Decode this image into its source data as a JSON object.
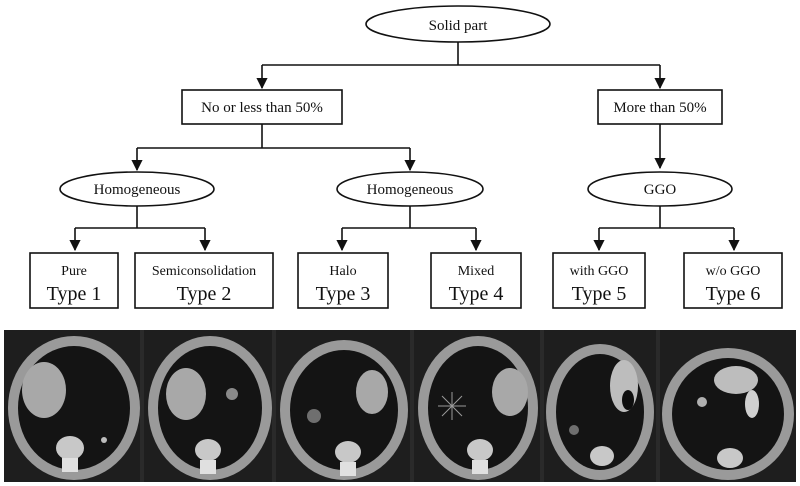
{
  "root": {
    "label": "Solid part"
  },
  "level1": [
    {
      "label": "No or  less than 50%"
    },
    {
      "label": "More than 50%"
    }
  ],
  "level2": [
    {
      "label": "Homogeneous"
    },
    {
      "label": "Homogeneous"
    },
    {
      "label": "GGO"
    }
  ],
  "types": [
    {
      "sub": "Pure",
      "name": "Type 1"
    },
    {
      "sub": "Semiconsolidation",
      "name": "Type 2"
    },
    {
      "sub": "Halo",
      "name": "Type 3"
    },
    {
      "sub": "Mixed",
      "name": "Type 4"
    },
    {
      "sub": "with GGO",
      "name": "Type 5"
    },
    {
      "sub": "w/o GGO",
      "name": "Type 6"
    }
  ],
  "colors": {
    "line": "#111111",
    "ct_background": "#1e1e1e",
    "ct_tissue": "#9a9a9a",
    "ct_lung": "#141414"
  }
}
